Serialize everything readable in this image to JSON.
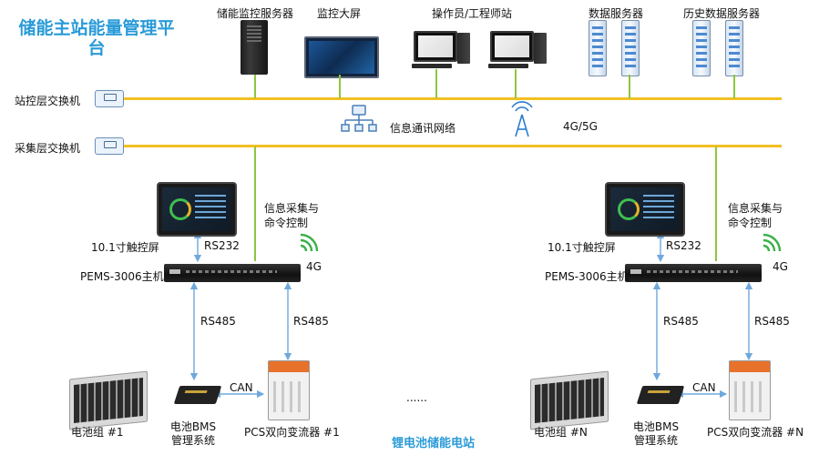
{
  "title": "储能主站能量管理平台",
  "top_devices": {
    "monitor_server": "储能监控服务器",
    "big_screen": "监控大屏",
    "workstation": "操作员/工程师站",
    "data_server": "数据服务器",
    "history_server": "历史数据服务器"
  },
  "network": {
    "station_switch": "站控层交换机",
    "collect_switch": "采集层交换机",
    "info_network": "信息通讯网络",
    "wireless": "4G/5G"
  },
  "left_group": {
    "touch_screen": "10.1寸触控屏",
    "rs232": "RS232",
    "host": "PEMS-3006主机",
    "collect_ctrl": "信息采集与\n命令控制",
    "lte": "4G",
    "rs485_a": "RS485",
    "rs485_b": "RS485",
    "can": "CAN",
    "battery": "电池组 #1",
    "bms": "电池BMS\n管理系统",
    "pcs": "PCS双向变流器 #1"
  },
  "right_group": {
    "touch_screen": "10.1寸触控屏",
    "rs232": "RS232",
    "host": "PEMS-3006主机",
    "collect_ctrl": "信息采集与\n命令控制",
    "lte": "4G",
    "rs485_a": "RS485",
    "rs485_b": "RS485",
    "can": "CAN",
    "battery": "电池组 #N",
    "bms": "电池BMS\n管理系统",
    "pcs": "PCS双向变流器 #N"
  },
  "ellipsis": "......",
  "footer": "锂电池储能电站",
  "colors": {
    "title": "#2a9bd8",
    "bus": "#f2c021",
    "link": "#8dc63f",
    "arrow": "#6fa8dc",
    "footer": "#2a9bd8"
  }
}
